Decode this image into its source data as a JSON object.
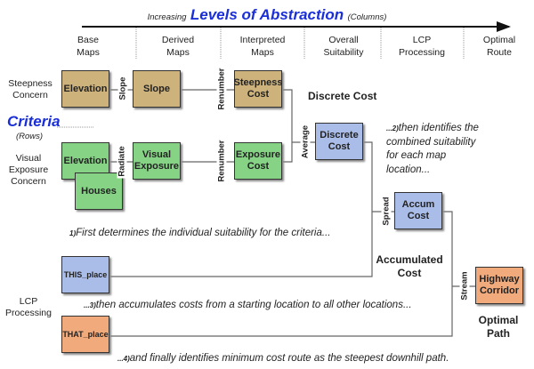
{
  "header": {
    "prefix": "Increasing",
    "title": "Levels of Abstraction",
    "suffix": "(Columns)"
  },
  "columns": [
    [
      "Base",
      "Maps"
    ],
    [
      "Derived",
      "Maps"
    ],
    [
      "Interpreted",
      "Maps"
    ],
    [
      "Overall",
      "Suitability"
    ],
    [
      "LCP",
      "Processing"
    ],
    [
      "Optimal",
      "Route"
    ]
  ],
  "rows": {
    "steepness": [
      "Steepness",
      "Concern"
    ],
    "visual": [
      "Visual",
      "Exposure",
      "Concern"
    ],
    "lcp": [
      "LCP",
      "Processing"
    ],
    "criteria": "Criteria",
    "criteria_sub": "(Rows)"
  },
  "boxes": {
    "elevation1": "Elevation",
    "slope": "Slope",
    "steepness_cost": [
      "Steepness",
      "Cost"
    ],
    "elevation2": "Elevation",
    "houses": "Houses",
    "visual_exposure": [
      "Visual",
      "Exposure"
    ],
    "exposure_cost": [
      "Exposure",
      "Cost"
    ],
    "discrete_cost": [
      "Discrete",
      "Cost"
    ],
    "accum_cost": [
      "Accum",
      "Cost"
    ],
    "this_place": "THIS_place",
    "that_place": "THAT_place",
    "highway_corridor": [
      "Highway",
      "Corridor"
    ]
  },
  "operations": {
    "slope": "Slope",
    "renumber1": "Renumber",
    "radiate": "Radiate",
    "renumber2": "Renumber",
    "average": "Average",
    "spread": "Spread",
    "stream": "Stream"
  },
  "labels": {
    "discrete_cost": "Discrete Cost",
    "accumulated_cost": [
      "Accumulated",
      "Cost"
    ],
    "optimal_path": [
      "Optimal",
      "Path"
    ]
  },
  "steps": [
    {
      "num": "1)",
      "text": "First determines the individual suitability for the criteria..."
    },
    {
      "num": "...2)",
      "text": [
        "then identifies the",
        "combined suitability",
        "for each map",
        "location..."
      ]
    },
    {
      "num": "...3)",
      "text": "then accumulates costs from a starting location to all other locations..."
    },
    {
      "num": "...4)",
      "text": "and finally identifies minimum cost route as the steepest downhill path."
    }
  ]
}
